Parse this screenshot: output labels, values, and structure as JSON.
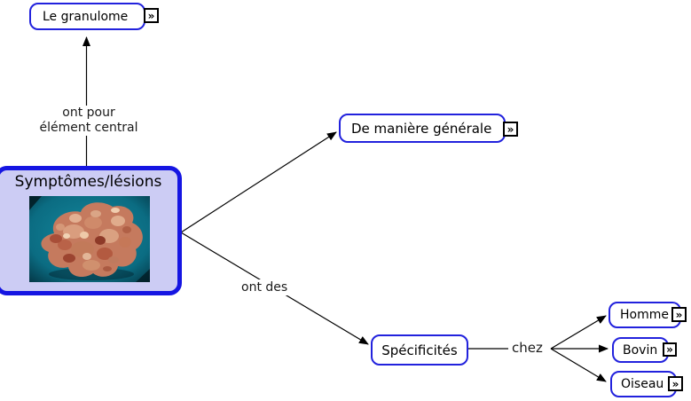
{
  "canvas": {
    "description": "concept map about granuloma symptoms/lesions",
    "background": "#ffffff"
  },
  "colors": {
    "node_border": "#2222dd",
    "node_fill": "#ffffff",
    "root_border": "#1515e2",
    "root_fill": "#ccccf4",
    "connector": "#000000",
    "text": "#000000",
    "photo_background_teal": "#0b6c82"
  },
  "nodes": {
    "granulome": {
      "label": "Le granulome"
    },
    "symptomes": {
      "label": "Symptômes/lésions",
      "photo_alt": "granuloma tissue specimen on teal background"
    },
    "de_maniere_generale": {
      "label": "De manière générale"
    },
    "specificites": {
      "label": "Spécificités"
    },
    "homme": {
      "label": "Homme"
    },
    "bovin": {
      "label": "Bovin"
    },
    "oiseau": {
      "label": "Oiseau"
    }
  },
  "links": {
    "ont_pour_element_central": {
      "line1": "ont pour",
      "line2": "élément central"
    },
    "ont_des": {
      "label": "ont des"
    },
    "chez": {
      "label": "chez"
    }
  },
  "icons": {
    "resource_link": "»"
  }
}
